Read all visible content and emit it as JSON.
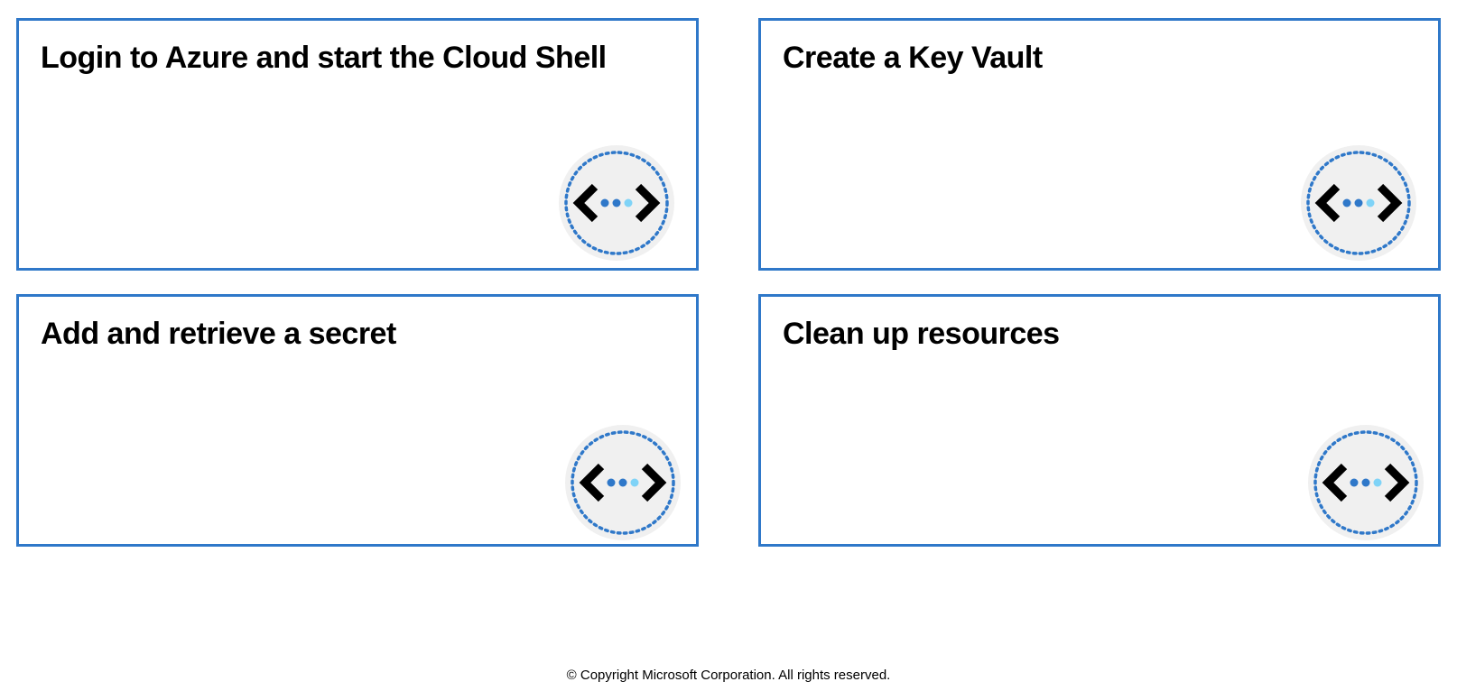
{
  "cards": [
    {
      "title": "Login to Azure and start the Cloud Shell",
      "icon": "code-icon"
    },
    {
      "title": "Create a Key Vault",
      "icon": "code-icon"
    },
    {
      "title": "Add and retrieve a secret",
      "icon": "code-icon"
    },
    {
      "title": "Clean up resources",
      "icon": "code-icon"
    }
  ],
  "footer": {
    "copyright": "© Copyright Microsoft Corporation. All rights reserved."
  },
  "colors": {
    "card_border": "#2f78c9",
    "icon_background": "#f0f0f0",
    "icon_dots_ring": "#2f78c9",
    "icon_dot_blue": "#2f78c9",
    "icon_dot_light": "#7fd3f7"
  }
}
